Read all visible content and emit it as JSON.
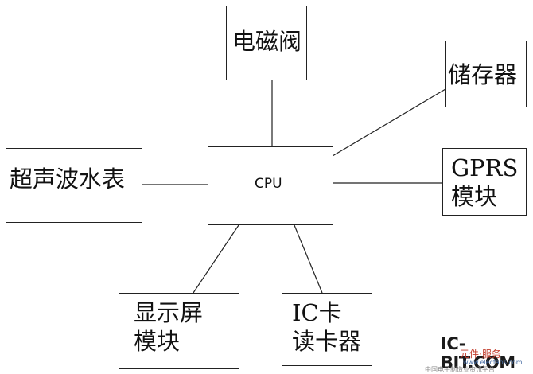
{
  "diagram": {
    "nodes": {
      "solenoid_valve": "电磁阀",
      "storage": "储存器",
      "ultrasonic_meter": "超声波水表",
      "cpu": "CPU",
      "gprs_module": "GPRS\n模块",
      "display_module": "显示屏\n模块",
      "ic_card_reader": "IC卡\n读卡器"
    },
    "edges": [
      {
        "from": "cpu",
        "to": "solenoid_valve"
      },
      {
        "from": "cpu",
        "to": "storage"
      },
      {
        "from": "cpu",
        "to": "ultrasonic_meter"
      },
      {
        "from": "cpu",
        "to": "gprs_module"
      },
      {
        "from": "cpu",
        "to": "display_module"
      },
      {
        "from": "cpu",
        "to": "ic_card_reader"
      }
    ]
  },
  "watermark": {
    "logo": "IC-BIT.COM",
    "cn": "元件·服务",
    "url": "www.elecfans.com",
    "sub": "中国电子制造业资讯平台"
  }
}
